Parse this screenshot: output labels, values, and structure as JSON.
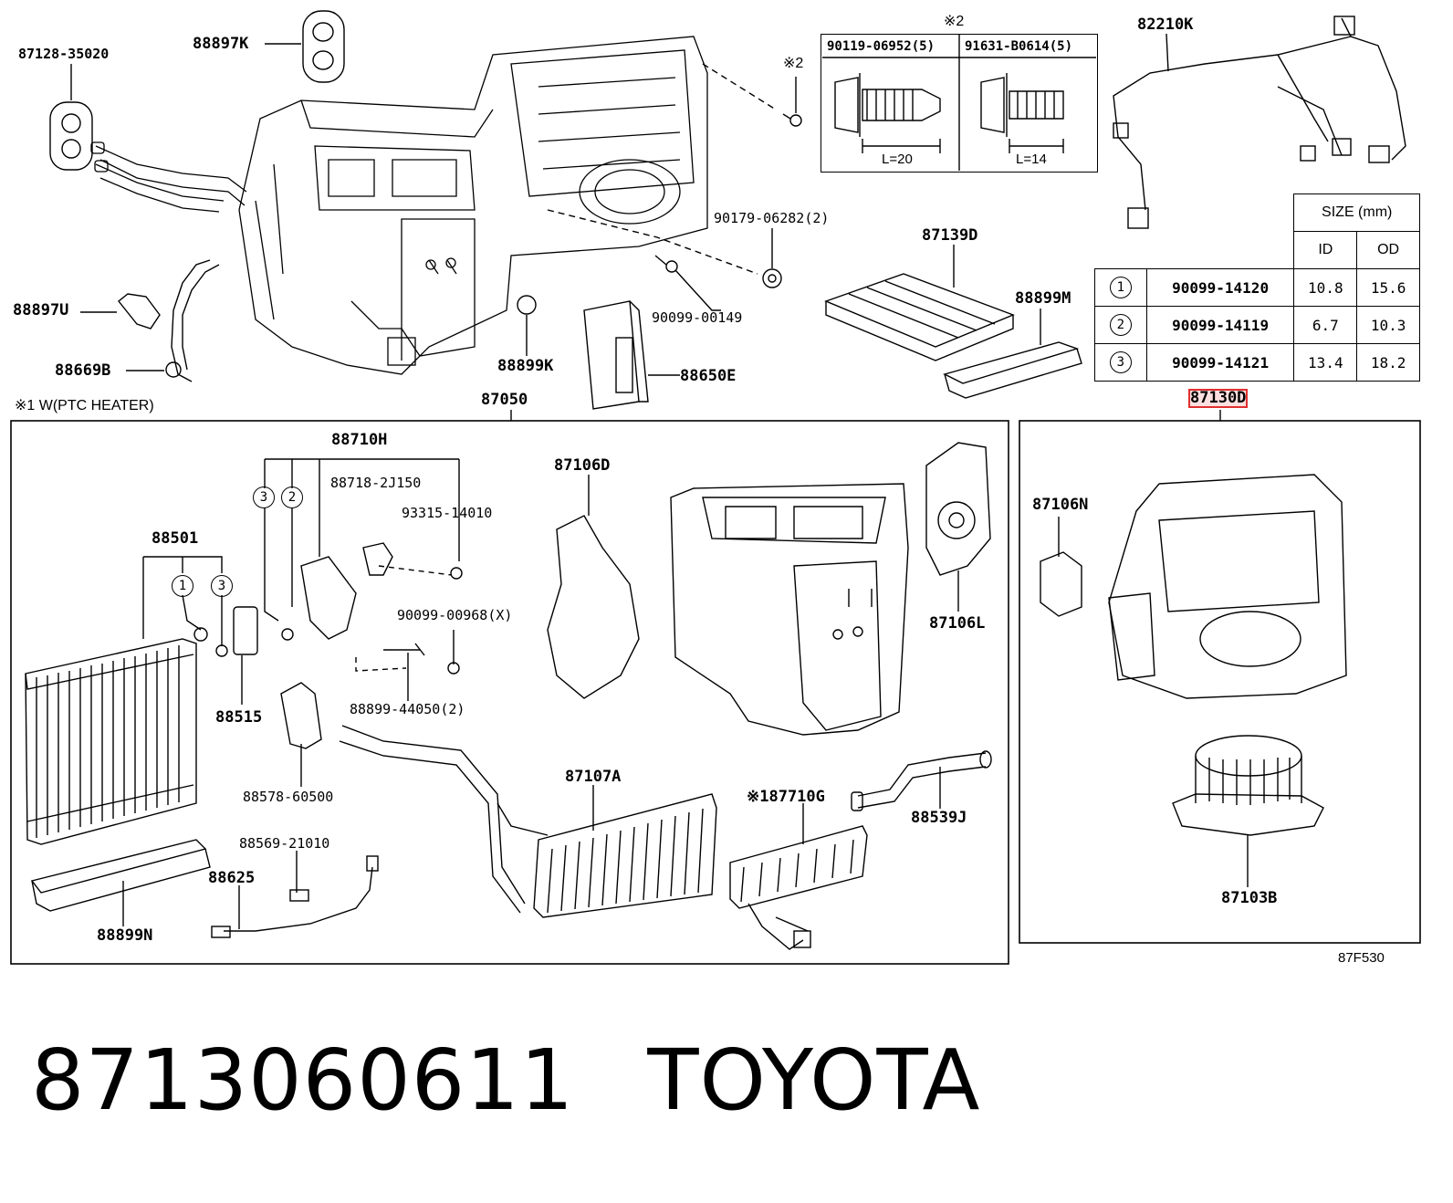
{
  "title": {
    "part_number": "8713060611",
    "brand": "TOYOTA"
  },
  "diagram_code": "87F530",
  "notes": {
    "ptc_heater": "※1 W(PTC HEATER)",
    "note2_top": "※2",
    "note2_bolt": "※2"
  },
  "fastener_table": {
    "note": "※2",
    "col1": "90119-06952(5)",
    "col2": "91631-B0614(5)",
    "len1": "L=20",
    "len2": "L=14"
  },
  "size_table": {
    "header": "SIZE (mm)",
    "col_id": "ID",
    "col_od": "OD",
    "rows": [
      {
        "num": "1",
        "part": "90099-14120",
        "id": "10.8",
        "od": "15.6"
      },
      {
        "num": "2",
        "part": "90099-14119",
        "id": "6.7",
        "od": "10.3"
      },
      {
        "num": "3",
        "part": "90099-14121",
        "id": "13.4",
        "od": "18.2"
      }
    ]
  },
  "parts": {
    "p87128": "87128-35020",
    "p88897k": "88897K",
    "p82210k": "82210K",
    "p90179": "90179-06282(2)",
    "p90099_00149": "90099-00149",
    "p87139d": "87139D",
    "p88899m": "88899M",
    "p88897u": "88897U",
    "p88669b": "88669B",
    "p88899k": "88899K",
    "p88650e": "88650E",
    "p87050": "87050",
    "p87130d": "87130D",
    "p88710h": "88710H",
    "p88718": "88718-2J150",
    "p93315": "93315-14010",
    "p87106d": "87106D",
    "p88501": "88501",
    "p90099_00968": "90099-00968(X)",
    "p88515": "88515",
    "p88899_44050": "88899-44050(2)",
    "p87106l": "87106L",
    "p87106n": "87106N",
    "p87107a": "87107A",
    "p88578": "88578-60500",
    "p87710g": "※187710G",
    "p88539j": "88539J",
    "p88569": "88569-21010",
    "p88625": "88625",
    "p88899n": "88899N",
    "p87103b": "87103B"
  },
  "callouts": {
    "c88501_a": "1",
    "c88501_b": "3",
    "c88710_a": "3",
    "c88710_b": "2"
  }
}
